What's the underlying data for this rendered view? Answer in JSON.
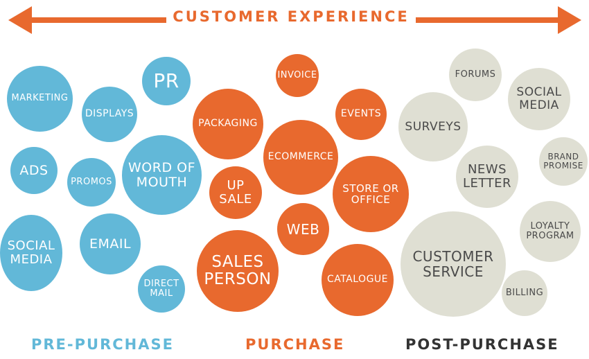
{
  "header": {
    "title": "CUSTOMER EXPERIENCE",
    "color": "#e8692e"
  },
  "colors": {
    "pre_purchase": "#62b8d8",
    "purchase": "#e8692e",
    "post_purchase_bubble": "#dfdfd3",
    "post_purchase_text": "#333333"
  },
  "stages": {
    "pre": "PRE-PURCHASE",
    "purchase": "PURCHASE",
    "post": "POST-PURCHASE"
  },
  "bubbles": {
    "pre": {
      "marketing": "MARKETING",
      "pr": "PR",
      "displays": "DISPLAYS",
      "ads": "ADS",
      "promos": "PROMOS",
      "word_of_mouth": "WORD OF\nMOUTH",
      "social_media": "SOCIAL\nMEDIA",
      "email": "EMAIL",
      "direct_mail": "DIRECT\nMAIL"
    },
    "purchase": {
      "invoice": "INVOICE",
      "packaging": "PACKAGING",
      "events": "EVENTS",
      "ecommerce": "ECOMMERCE",
      "up_sale": "UP\nSALE",
      "store_or_office": "STORE OR\nOFFICE",
      "web": "WEB",
      "sales_person": "SALES\nPERSON",
      "catalogue": "CATALOGUE"
    },
    "post": {
      "forums": "FORUMS",
      "social_media": "SOCIAL\nMEDIA",
      "surveys": "SURVEYS",
      "news_letter": "NEWS\nLETTER",
      "brand_promise": "BRAND\nPROMISE",
      "loyalty_program": "LOYALTY\nPROGRAM",
      "customer_service": "CUSTOMER\nSERVICE",
      "billing": "BILLING"
    }
  }
}
